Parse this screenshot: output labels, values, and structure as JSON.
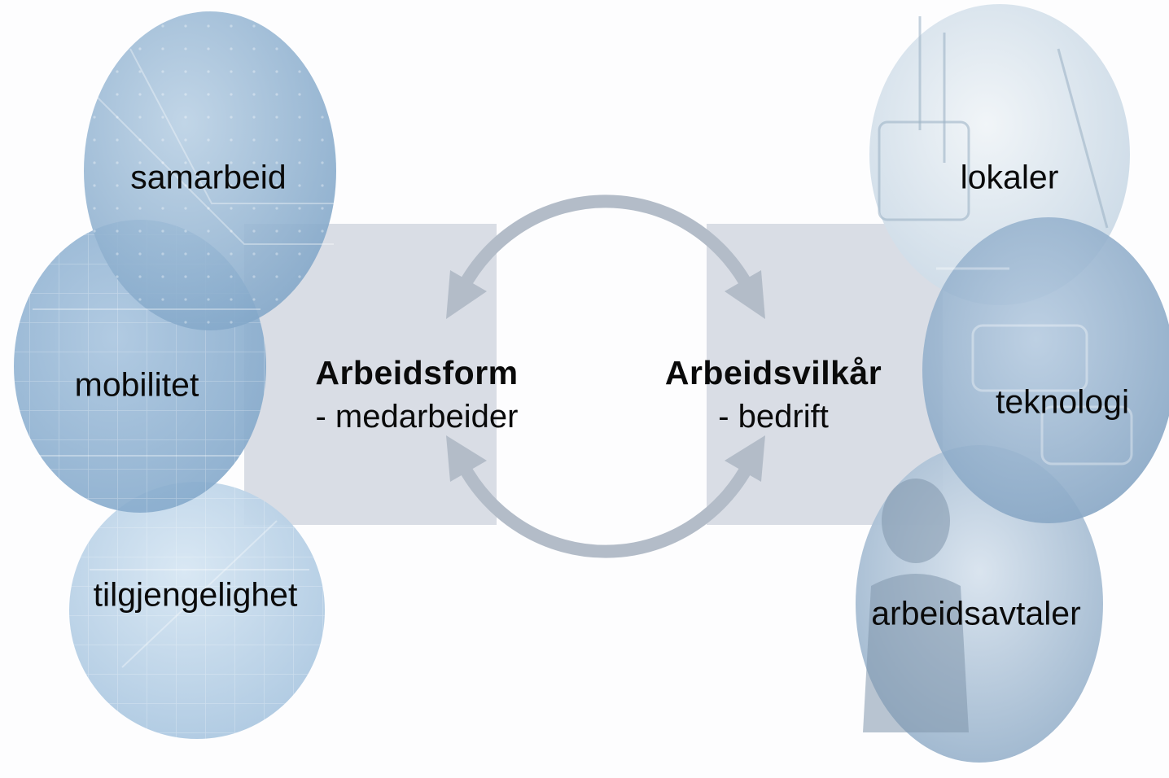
{
  "center": {
    "left": {
      "title": "Arbeidsform",
      "subtitle": "- medarbeider"
    },
    "right": {
      "title": "Arbeidsvilkår",
      "subtitle": "- bedrift"
    }
  },
  "left_circles": {
    "samarbeid": "samarbeid",
    "mobilitet": "mobilitet",
    "tilgjengelighet": "tilgjengelighet"
  },
  "right_circles": {
    "lokaler": "lokaler",
    "teknologi": "teknologi",
    "arbeidsavtaler": "arbeidsavtaler"
  },
  "colors": {
    "band": "#d9dde5",
    "arrow": "#b3bcc8",
    "circle_left": "#9bbbd6",
    "circle_right": "#a6bed4"
  }
}
